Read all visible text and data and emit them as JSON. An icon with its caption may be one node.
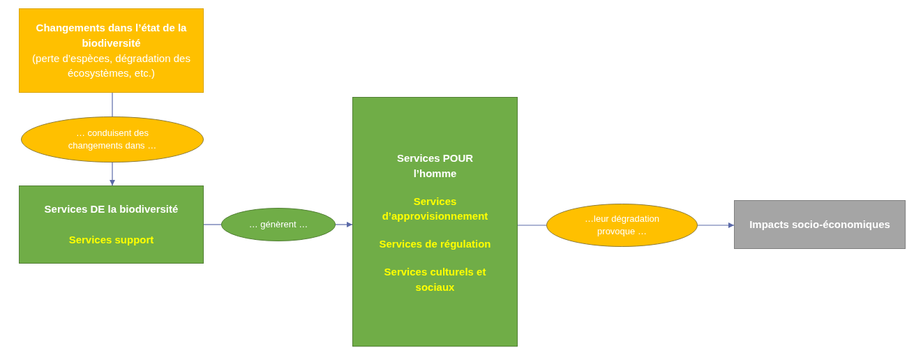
{
  "diagram": {
    "nodes": [
      {
        "text": [
          "Changements dans l’état de la biodiversité",
          "(perte d’espèces, dégradation des écosystèmes, etc.)"
        ]
      },
      {
        "text": [
          "… conduisent des changements dans …"
        ]
      },
      {
        "text": [
          "Services DE la biodiversité",
          "Services support"
        ]
      },
      {
        "text": [
          "… génèrent …"
        ]
      },
      {
        "text": [
          "Services POUR l’homme",
          "Services d’approvisionnement",
          "Services de régulation",
          "Services culturels et sociaux"
        ]
      },
      {
        "text": [
          "…leur dégradation provoque …"
        ]
      },
      {
        "text": [
          "Impacts socio-économiques"
        ]
      }
    ],
    "edges": [
      {
        "from": 0,
        "to": 1,
        "arrow": "none"
      },
      {
        "from": 1,
        "to": 2,
        "arrow": "to"
      },
      {
        "from": 2,
        "to": 3,
        "arrow": "none"
      },
      {
        "from": 3,
        "to": 4,
        "arrow": "to"
      },
      {
        "from": 4,
        "to": 5,
        "arrow": "none"
      },
      {
        "from": 5,
        "to": 6,
        "arrow": "to"
      }
    ]
  }
}
